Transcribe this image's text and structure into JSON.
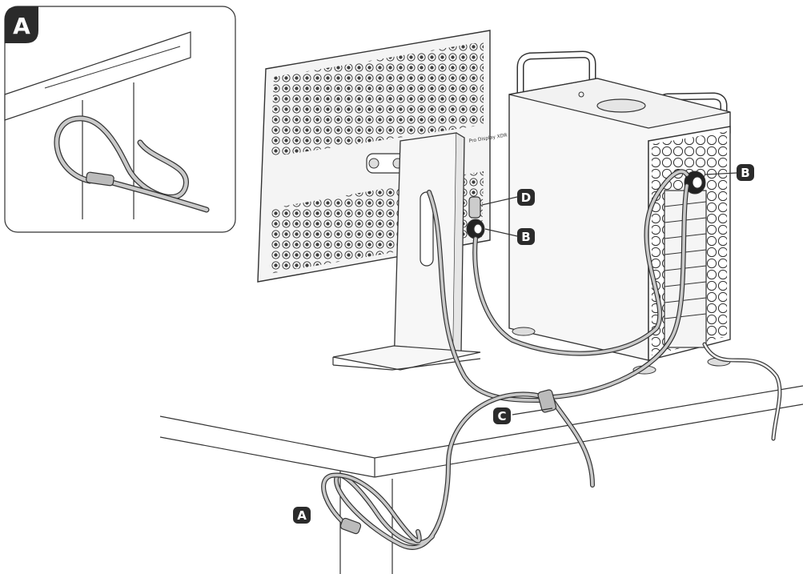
{
  "labels": {
    "inset": "A",
    "desk_loop": "A",
    "tower_port": "B",
    "display_port": "B",
    "cable_sleeve": "C",
    "display_adapter": "D"
  },
  "display_badge": "Pro Display XDR",
  "colors": {
    "label_bg": "#2b2b2b",
    "label_fg": "#ffffff",
    "line": "#333333",
    "cable_fill": "#c9c9c9",
    "surface": "#f4f4f4"
  }
}
